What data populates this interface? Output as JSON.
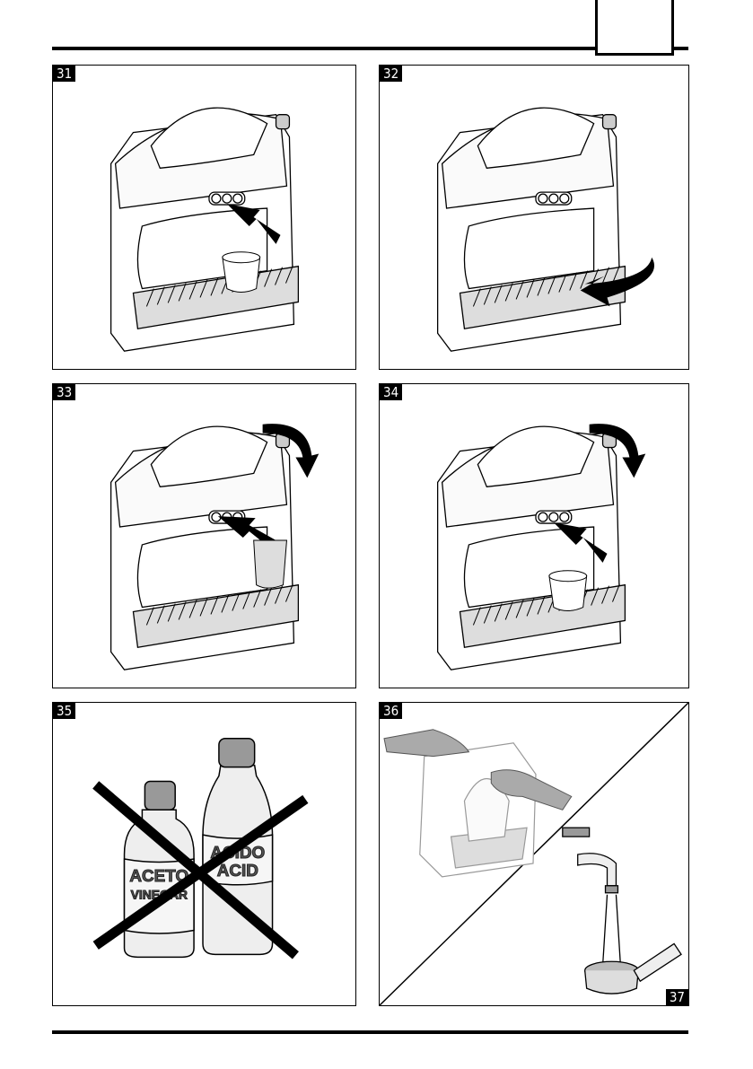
{
  "figures": [
    {
      "number": "31"
    },
    {
      "number": "32"
    },
    {
      "number": "33"
    },
    {
      "number": "34"
    },
    {
      "number": "35",
      "bottle_left": {
        "line1": "ACETO",
        "line2": "VINEGAR"
      },
      "bottle_right": {
        "line1": "ACIDO",
        "line2": "ACID"
      }
    },
    {
      "number": "36"
    },
    {
      "number": "37"
    }
  ],
  "colors": {
    "ink": "#000000",
    "fill_light": "#eeeeee",
    "fill_mid": "#9a9a9a"
  }
}
